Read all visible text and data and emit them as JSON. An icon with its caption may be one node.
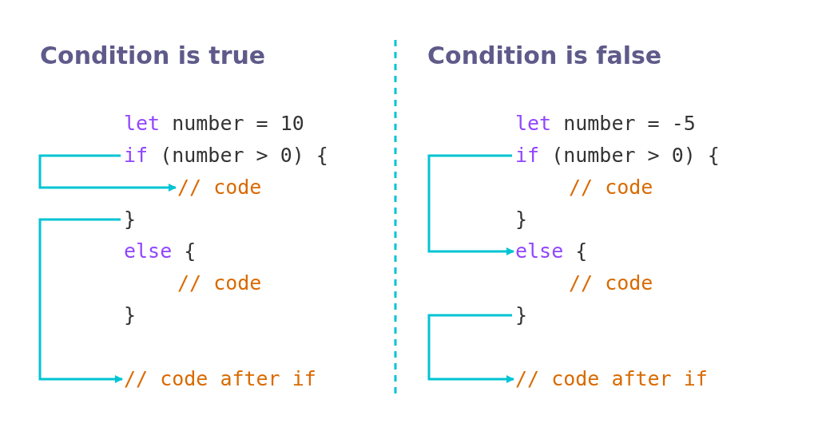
{
  "diagram": {
    "nodes": [
      {
        "text": [
          "let number = 10"
        ]
      },
      {
        "text": [
          "if (number > 0) {"
        ]
      },
      {
        "text": [
          "// code"
        ]
      },
      {
        "text": [
          "}"
        ]
      },
      {
        "text": [
          "else {"
        ]
      },
      {
        "text": [
          "// code"
        ]
      },
      {
        "text": [
          "}"
        ]
      },
      {
        "text": [
          "// code after if"
        ]
      },
      {
        "text": [
          "let number = -5"
        ]
      },
      {
        "text": [
          "if (number > 0) {"
        ]
      },
      {
        "text": [
          "// code"
        ]
      },
      {
        "text": [
          "}"
        ]
      },
      {
        "text": [
          "else {"
        ]
      },
      {
        "text": [
          "// code"
        ]
      },
      {
        "text": [
          "}"
        ]
      },
      {
        "text": [
          "// code after if"
        ]
      }
    ],
    "edges": [
      {
        "from": 1,
        "to": 2,
        "arrow": "to"
      },
      {
        "from": 3,
        "to": 7,
        "arrow": "to"
      },
      {
        "from": 9,
        "to": 12,
        "arrow": "to"
      },
      {
        "from": 14,
        "to": 15,
        "arrow": "to"
      }
    ],
    "labels": [
      "Condition is true",
      "Condition is false"
    ]
  }
}
